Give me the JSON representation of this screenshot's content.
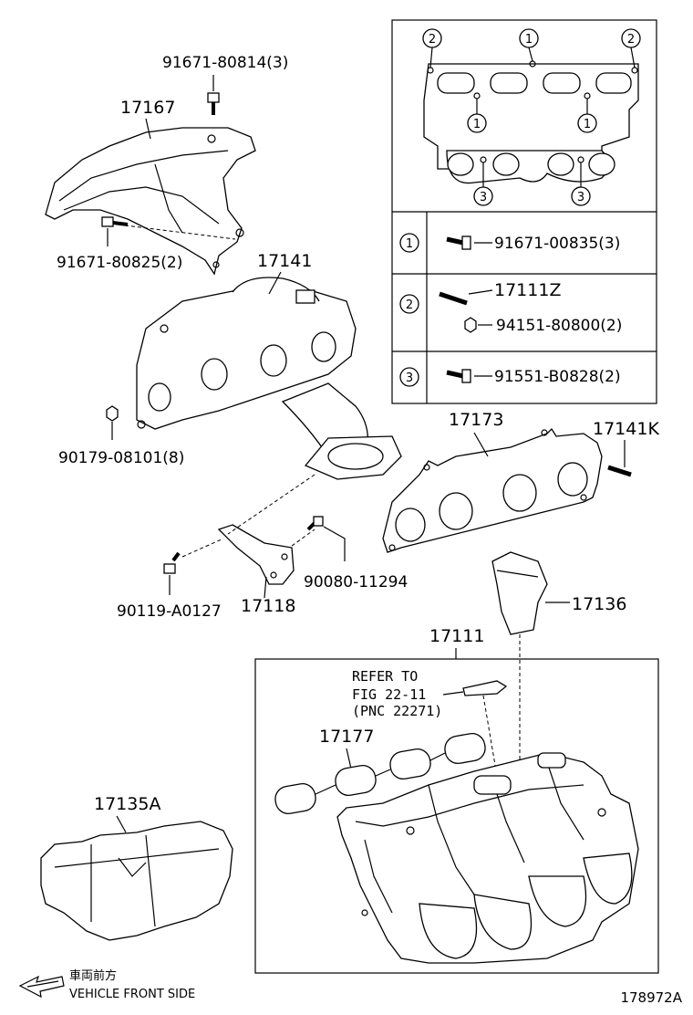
{
  "labels": {
    "p91671_80814": "91671-80814(3)",
    "p17167": "17167",
    "p91671_80825": "91671-80825(2)",
    "p17141": "17141",
    "p90179_08101": "90179-08101(8)",
    "p17173": "17173",
    "p17141K": "17141K",
    "p90080_11294": "90080-11294",
    "p90119_A0127": "90119-A0127",
    "p17118": "17118",
    "p17136": "17136",
    "p17111": "17111",
    "refer_line1": "REFER TO",
    "refer_line2": "FIG 22-11",
    "refer_line3": "(PNC 22271)",
    "p17177": "17177",
    "p17135A": "17135A",
    "front_jp": "車両前方",
    "front_en": "VEHICLE FRONT SIDE",
    "figure_id": "178972A"
  },
  "inset": {
    "callouts": [
      "2",
      "1",
      "2",
      "1",
      "1",
      "3",
      "3"
    ],
    "rows": [
      {
        "num": "1",
        "parts": [
          "91671-00835(3)"
        ]
      },
      {
        "num": "2",
        "parts": [
          "17111Z",
          "94151-80800(2)"
        ]
      },
      {
        "num": "3",
        "parts": [
          "91551-B0828(2)"
        ]
      }
    ]
  }
}
